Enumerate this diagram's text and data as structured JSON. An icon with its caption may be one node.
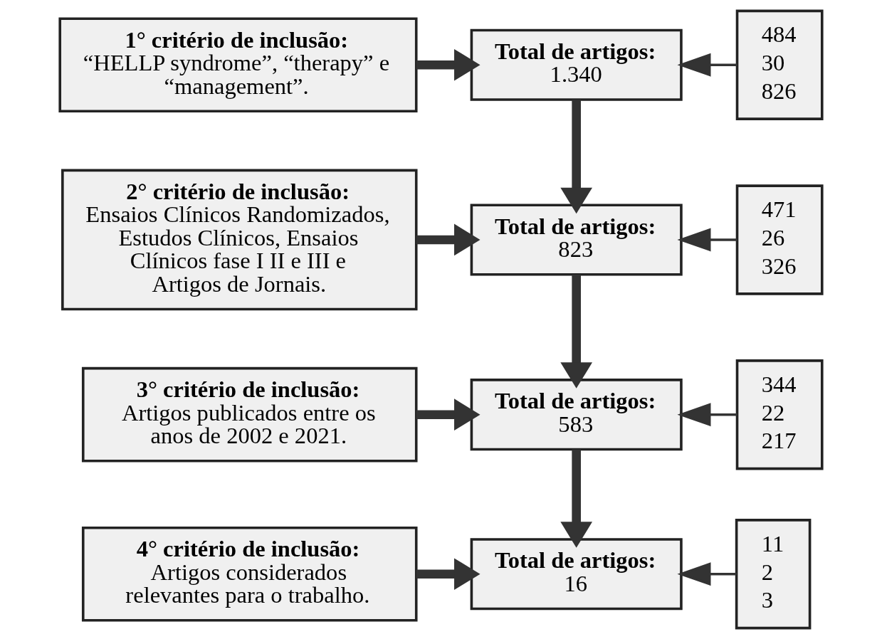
{
  "diagram": {
    "nodes": [
      {
        "text": [
          "1° critério de inclusão:",
          "“HELLP syndrome”, “therapy” e “management”."
        ]
      },
      {
        "text": [
          "Total de artigos:",
          "1.340"
        ]
      },
      {
        "text": [
          "484",
          "30",
          "826"
        ]
      },
      {
        "text": [
          "2° critério de inclusão:",
          "Ensaios Clínicos Randomizados, Estudos Clínicos, Ensaios Clínicos fase I II e III e Artigos de Jornais."
        ]
      },
      {
        "text": [
          "Total de artigos:",
          "823"
        ]
      },
      {
        "text": [
          "471",
          "26",
          "326"
        ]
      },
      {
        "text": [
          "3° critério de inclusão:",
          "Artigos publicados entre os anos de 2002 e 2021."
        ]
      },
      {
        "text": [
          "Total de artigos:",
          "583"
        ]
      },
      {
        "text": [
          "344",
          "22",
          "217"
        ]
      },
      {
        "text": [
          "4° critério de inclusão:",
          "Artigos considerados relevantes para o trabalho."
        ]
      },
      {
        "text": [
          "Total de artigos:",
          "16"
        ]
      },
      {
        "text": [
          "11",
          "2",
          "3"
        ]
      }
    ],
    "edges": [
      {
        "from": 0,
        "to": 1,
        "arrow": "to"
      },
      {
        "from": 2,
        "to": 1,
        "arrow": "to"
      },
      {
        "from": 1,
        "to": 4,
        "arrow": "to"
      },
      {
        "from": 3,
        "to": 4,
        "arrow": "to"
      },
      {
        "from": 5,
        "to": 4,
        "arrow": "to"
      },
      {
        "from": 4,
        "to": 7,
        "arrow": "to"
      },
      {
        "from": 6,
        "to": 7,
        "arrow": "to"
      },
      {
        "from": 8,
        "to": 7,
        "arrow": "to"
      },
      {
        "from": 7,
        "to": 10,
        "arrow": "to"
      },
      {
        "from": 9,
        "to": 10,
        "arrow": "to"
      },
      {
        "from": 11,
        "to": 10,
        "arrow": "to"
      }
    ]
  }
}
